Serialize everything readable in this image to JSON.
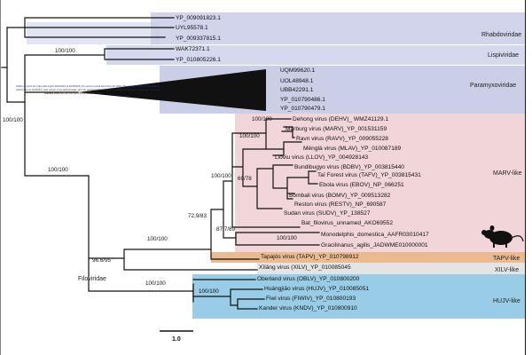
{
  "colors": {
    "rhabdo": "#c9cde6",
    "lispi": "#cdd2ea",
    "paramyxo": "#c4cae4",
    "marv": "#efd0d4",
    "tapv": "#e9b284",
    "xilv": "#e1e1e1",
    "hujv": "#8ec6e3",
    "branch": "#111111",
    "bat": "#111111"
  },
  "taxa": {
    "t1": "YP_009091823.1",
    "t2": "UYL95578.1",
    "t3": "YP_009337815.1",
    "t4": "WAK72371.1",
    "t5": "YP_010805226.1",
    "t6": "UQM99620.1",
    "t7": "UOL48948.1",
    "t8": "UBB42291.1",
    "t9": "YP_010790486.1",
    "t10": "YP_010790479.1",
    "t11": "Dehong virus (DEHV)_ WMZ41129.1",
    "t12": "Marburg virus (MARV)_YP_001531159",
    "t13": "Ravn virus (RAVV)_YP_009055228",
    "t14": "Měnglà virus (MLAV)_YP_010087189",
    "t15": "Lloviu virus (LLOV)_YP_004928143",
    "t16": "Bundibugyo virus (BDBV)_YP_003815440",
    "t17": "Taï Forest virus (TAFV)_YP_003815431",
    "t18": "Ebola virus (EBOV)_NP_066251",
    "t19": "Bombali virus (BOMV)_YP_009513282",
    "t20": "Reston virus (RESTV)_NP_690587",
    "t21": "Sudan virus (SUDV)_YP_138527",
    "t22": "Bat_filovirus_unnamed_AKO69552",
    "t23": "Monodelphis_domestica_AAFR03010417",
    "t24": "Gracilinanus_agilis_JADWME010000001",
    "t25": "Tapajós virus (TAPV)_YP_010798912",
    "t26": "Xīlǎng virus (XILV)_YP_010085045",
    "t27": "Oberland virus (OBLV)_YP_010800200",
    "t28": "Huángjiāo virus (HUJV)_YP_010085051",
    "t29": "Fiwi virus (FIWIV)_YP_010800193",
    "t30": "Kander virus (KNDV)_YP_010800910"
  },
  "clades": {
    "rhabdo": "Rhabdoviridae",
    "lispi": "Lispiviridae",
    "paramyxo": "Paramyxoviridae",
    "marv": "MARV-like",
    "tapv": "TAPV-like",
    "xilv": "XILV-like",
    "hujv": "HUJV-like"
  },
  "support": {
    "s_lispi": "100/100",
    "s_root": "100/100",
    "s_filo": "100/100",
    "s_dehv": "100/100",
    "s_marv": "100/100",
    "s_ebola": "100/100",
    "s_6978": "69/78",
    "s_729": "72.9/83",
    "s_877": "87.7/89",
    "s_mammal": "100/100",
    "s_tap": "100/100",
    "s_966": "96.6/95",
    "s_xilv": "100/100",
    "s_hujv": "100/100"
  },
  "family_label": "Filoviridae",
  "scale_label": "1.0",
  "overlay": {
    "line1": "bioRxiv preprint doi: https://doi.org/10.1101/2023.11.29.569226; this version posted November 30, 2023. The copyright holder for this preprint",
    "line2": "(which was not certified by peer review) is the author/funder, who has granted bioRxiv a license to display the preprint in perpetuity. It is made",
    "line3": "available under aCC-BY-NC-ND 4.0 International license."
  },
  "icons": {
    "opossum": "opossum-silhouette-icon"
  }
}
